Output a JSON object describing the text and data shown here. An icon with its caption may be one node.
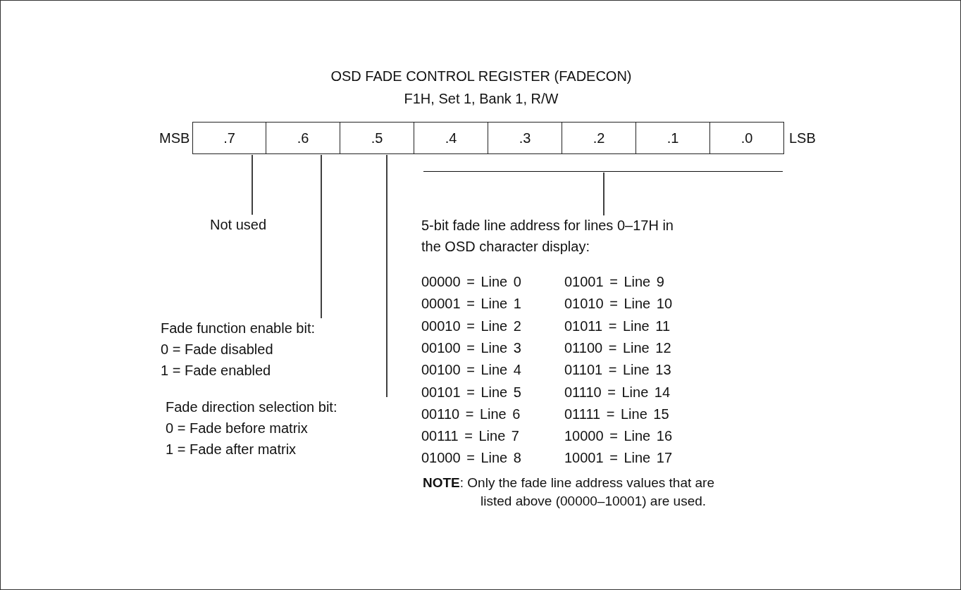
{
  "diagram": {
    "title": "OSD FADE CONTROL REGISTER (FADECON)",
    "nodes": [
      {
        "text": [
          ".7"
        ]
      },
      {
        "text": [
          ".6"
        ]
      },
      {
        "text": [
          ".5"
        ]
      },
      {
        "text": [
          ".4"
        ]
      },
      {
        "text": [
          ".3"
        ]
      },
      {
        "text": [
          ".2"
        ]
      },
      {
        "text": [
          ".1"
        ]
      },
      {
        "text": [
          ".0"
        ]
      },
      {
        "text": [
          "Not used"
        ]
      },
      {
        "text": [
          "Fade function enable bit:",
          "0 = Fade disabled",
          "1 = Fade enabled"
        ]
      },
      {
        "text": [
          "Fade direction selection bit:",
          "0 = Fade before matrix",
          "1 = Fade after matrix"
        ]
      },
      {
        "text": [
          "5-bit fade line address for lines 0–17H in the OSD character display:"
        ]
      },
      {
        "text": [],
        "shape": "bracket"
      }
    ],
    "edges": [
      {
        "from": 8,
        "to": 0,
        "arrow": "none"
      },
      {
        "from": 9,
        "to": 1,
        "arrow": "none"
      },
      {
        "from": 10,
        "to": 2,
        "arrow": "none"
      },
      {
        "from": 11,
        "to": 12,
        "arrow": "none"
      }
    ],
    "labels": [
      "F1H, Set 1, Bank 1, R/W",
      "MSB",
      "LSB",
      "00000 = Line 0",
      "01001 = Line 9",
      "00001 = Line 1",
      "01010 = Line 10",
      "00010 = Line 2",
      "01011 = Line 11",
      "00100 = Line 3",
      "01100 = Line 12",
      "00100 = Line 4",
      "01101 = Line 13",
      "00101 = Line 5",
      "01110 = Line 14",
      "00110 = Line 6",
      "01111 = Line 15",
      "00111 = Line 7",
      "10000 = Line 16",
      "01000 = Line 8",
      "10001 = Line 17",
      "**NOTE**: Only the fade line address values that are listed above (00000–10001) are used."
    ]
  }
}
